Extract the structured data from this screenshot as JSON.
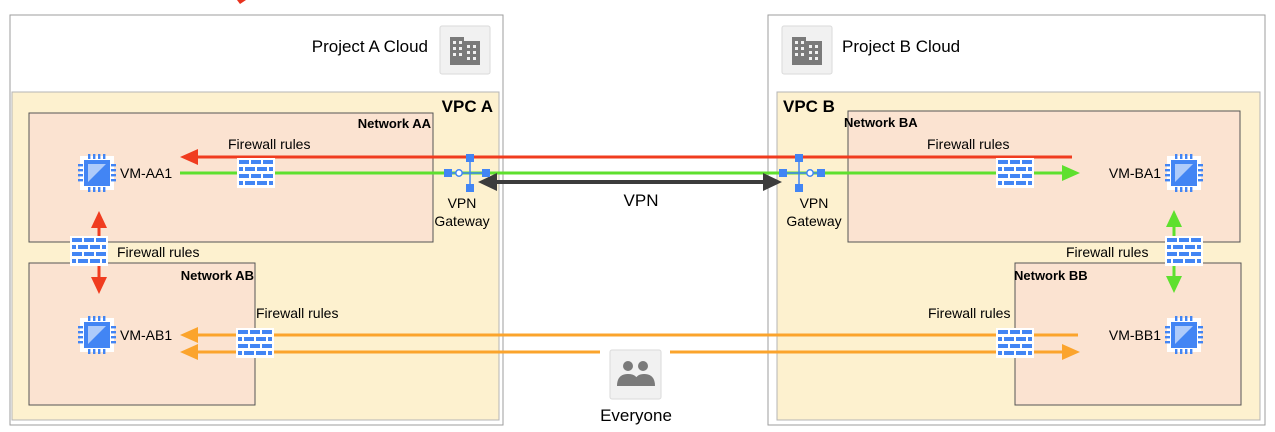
{
  "projects": {
    "a": {
      "label": "Project A Cloud"
    },
    "b": {
      "label": "Project B Cloud"
    }
  },
  "vpcs": {
    "a": {
      "label": "VPC A"
    },
    "b": {
      "label": "VPC B"
    }
  },
  "networks": {
    "aa": {
      "label": "Network AA"
    },
    "ab": {
      "label": "Network AB"
    },
    "ba": {
      "label": "Network BA"
    },
    "bb": {
      "label": "Network BB"
    }
  },
  "vms": {
    "aa1": "VM-AA1",
    "ab1": "VM-AB1",
    "ba1": "VM-BA1",
    "bb1": "VM-BB1"
  },
  "firewall_label": "Firewall rules",
  "gateway": {
    "line1": "VPN",
    "line2": "Gateway"
  },
  "vpn_label": "VPN",
  "everyone": {
    "label": "Everyone",
    "partial": "..."
  },
  "icons": [
    "building-icon",
    "compute-vm-icon",
    "firewall-icon",
    "vpn-gateway-icon",
    "users-icon"
  ],
  "colors": {
    "red": "#f03c1f",
    "green": "#5ee02e",
    "orange": "#fba42c",
    "vpn_link": "#3c3c3c",
    "vpc_fill": "#fdf1cf",
    "network_fill": "#fbe3d1",
    "icon_blue": "#4285f4",
    "icon_light_blue": "#aecbfa",
    "title_red": "#e8321e"
  }
}
